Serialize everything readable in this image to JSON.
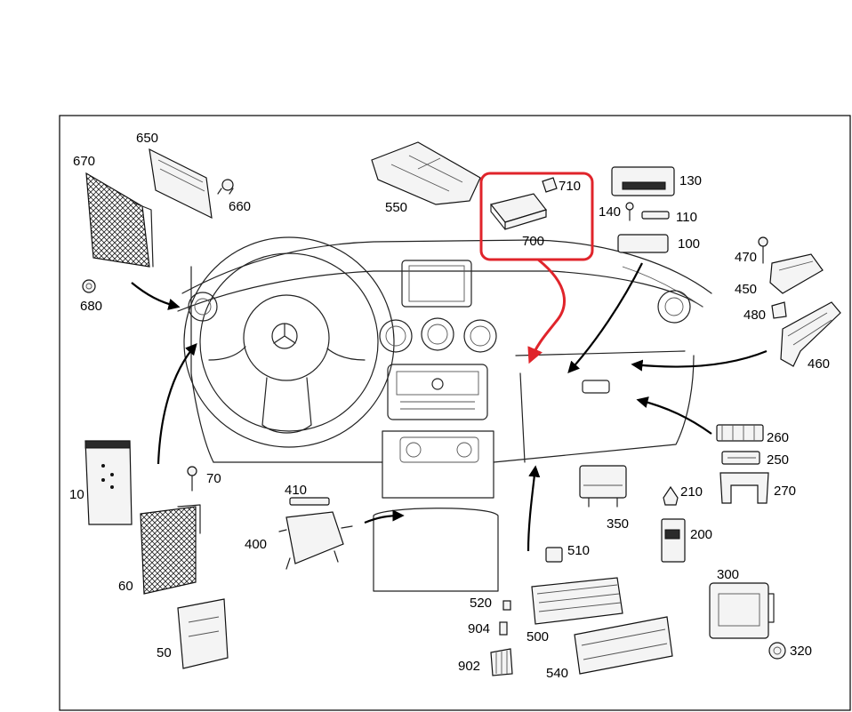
{
  "callouts": [
    "650",
    "670",
    "660",
    "680",
    "550",
    "710",
    "700",
    "130",
    "140",
    "110",
    "100",
    "470",
    "450",
    "480",
    "460",
    "260",
    "250",
    "270",
    "10",
    "70",
    "60",
    "50",
    "410",
    "400",
    "350",
    "210",
    "200",
    "510",
    "520",
    "904",
    "902",
    "500",
    "540",
    "300",
    "320"
  ],
  "highlight": {
    "part": "700",
    "color": "#e0242b"
  }
}
